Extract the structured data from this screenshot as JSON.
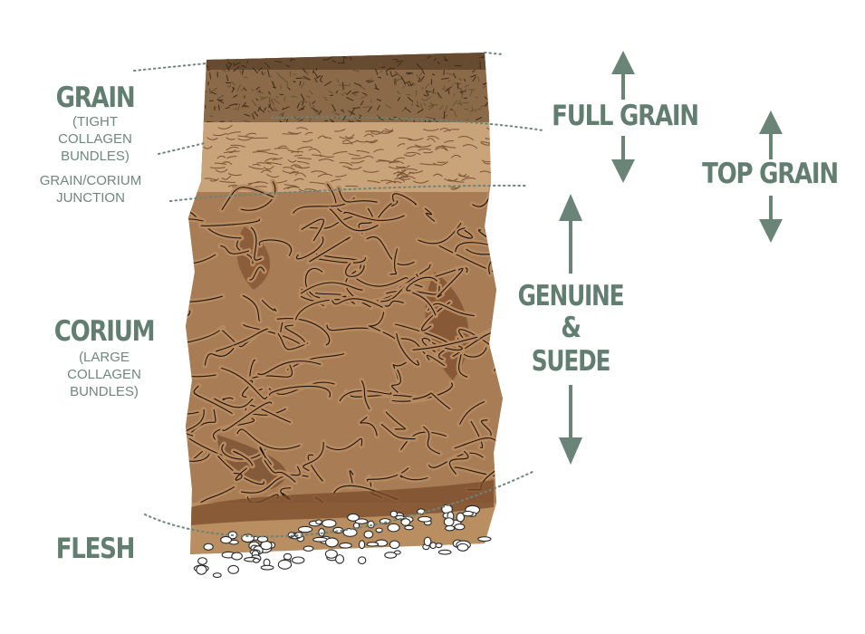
{
  "labels": {
    "grain": "GRAIN",
    "grain_detail": [
      "(TIGHT",
      "COLLAGEN",
      "BUNDLES)"
    ],
    "junction": [
      "GRAIN/CORIUM",
      "JUNCTION"
    ],
    "corium": "CORIUM",
    "corium_detail": [
      "(LARGE",
      "COLLAGEN",
      "BUNDLES)"
    ],
    "flesh": "FLESH",
    "full_grain": "FULL GRAIN",
    "top_grain": "TOP GRAIN",
    "genuine": "GENUINE",
    "ampersand": "&",
    "suede": "SUEDE"
  },
  "colors": {
    "label": "#617e71",
    "arrow": "#6b8478",
    "grain_top": "#8a6a48",
    "grain_dark": "#4a3520",
    "junction": "#c9a37a",
    "corium": "#a87c55",
    "corium_dark": "#6b4428",
    "flesh": "#b98e60",
    "flesh_dark": "#7a4b2a"
  }
}
